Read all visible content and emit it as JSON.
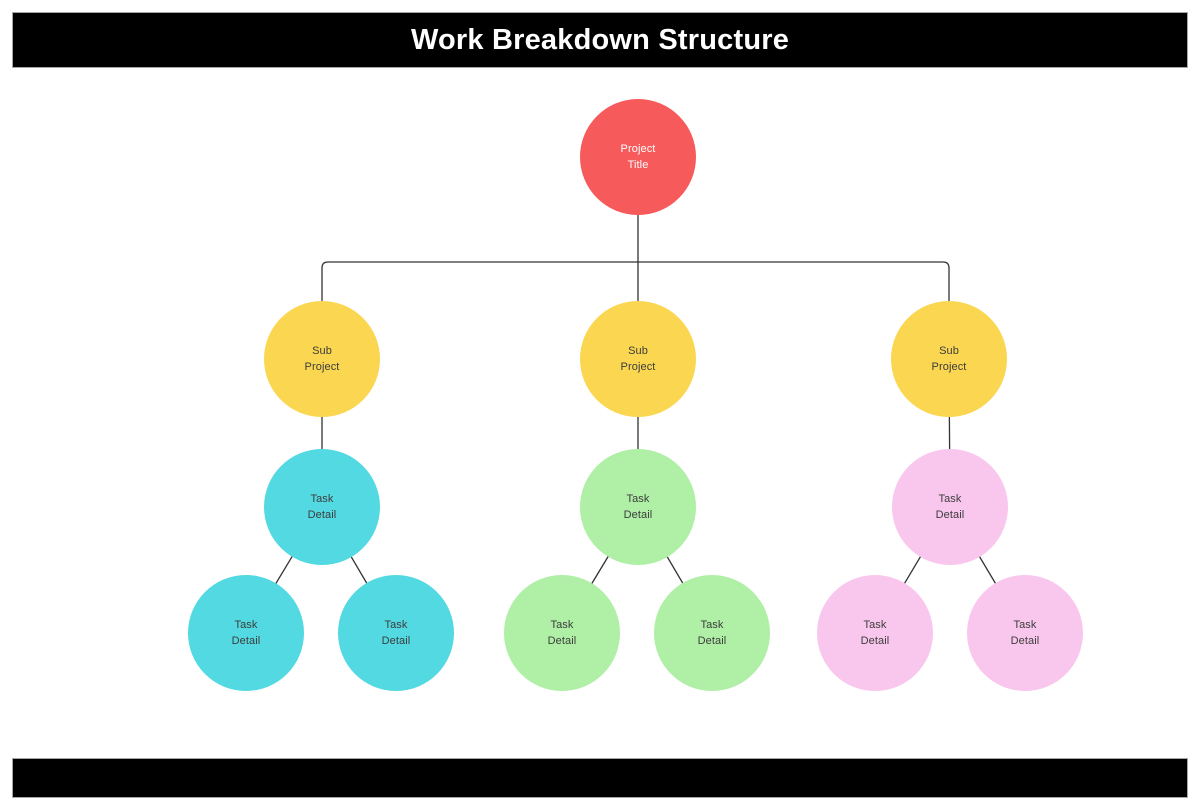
{
  "header": {
    "title": "Work Breakdown Structure"
  },
  "colors": {
    "bar_bg": "#000000",
    "bar_border": "#a6a6a6",
    "title_text": "#ffffff",
    "connector": "#333333",
    "level1_red": "#f65a5a",
    "level2_yellow": "#fad651",
    "branch1_teal": "#53d9e1",
    "branch2_green": "#aff0a6",
    "branch3_pink": "#f9c7ed",
    "node_text_dark": "#3c3c3c",
    "node_text_light": "#ffffff"
  },
  "nodes": [
    {
      "id": "project-title",
      "label": "Project\nTitle"
    },
    {
      "id": "sub-project-1",
      "label": "Sub\nProject"
    },
    {
      "id": "sub-project-2",
      "label": "Sub\nProject"
    },
    {
      "id": "sub-project-3",
      "label": "Sub\nProject"
    },
    {
      "id": "task-detail-1",
      "label": "Task\nDetail"
    },
    {
      "id": "task-detail-1a",
      "label": "Task\nDetail"
    },
    {
      "id": "task-detail-1b",
      "label": "Task\nDetail"
    },
    {
      "id": "task-detail-2",
      "label": "Task\nDetail"
    },
    {
      "id": "task-detail-2a",
      "label": "Task\nDetail"
    },
    {
      "id": "task-detail-2b",
      "label": "Task\nDetail"
    },
    {
      "id": "task-detail-3",
      "label": "Task\nDetail"
    },
    {
      "id": "task-detail-3a",
      "label": "Task\nDetail"
    },
    {
      "id": "task-detail-3b",
      "label": "Task\nDetail"
    }
  ]
}
